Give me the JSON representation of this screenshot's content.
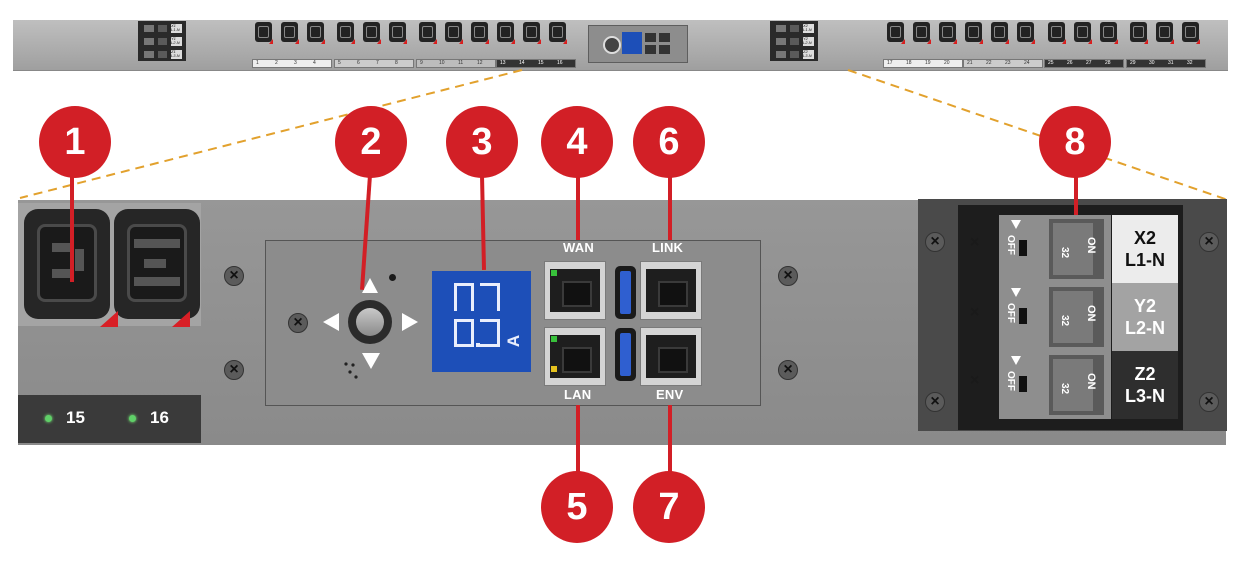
{
  "strip": {
    "breaker_labels_left": [
      "X1 L1-N",
      "Y1 L2-N",
      "Z1 L3-N"
    ],
    "breaker_labels_right": [
      "X2 L1-N",
      "Y2 L2-N",
      "Z2 L3-N"
    ],
    "outlet_numbers": [
      "1",
      "2",
      "3",
      "4",
      "5",
      "6",
      "7",
      "8",
      "9",
      "10",
      "11",
      "12",
      "13",
      "14",
      "15",
      "16",
      "17",
      "18",
      "19",
      "20",
      "21",
      "22",
      "23",
      "24",
      "25",
      "26",
      "27",
      "28",
      "29",
      "30",
      "31",
      "32"
    ]
  },
  "markers": [
    "1",
    "2",
    "3",
    "4",
    "5",
    "6",
    "7",
    "8"
  ],
  "display": {
    "unit": "A"
  },
  "ports": {
    "wan": "WAN",
    "lan": "LAN",
    "link": "LINK",
    "env": "ENV"
  },
  "leds": {
    "first": "15",
    "second": "16"
  },
  "breakers": [
    {
      "line1": "X2",
      "line2": "L1-N",
      "off": "OFF",
      "on": "ON",
      "rating": "32",
      "bg": "#ececec",
      "fg": "#111111"
    },
    {
      "line1": "Y2",
      "line2": "L2-N",
      "off": "OFF",
      "on": "ON",
      "rating": "32",
      "bg": "#a3a3a3",
      "fg": "#ffffff"
    },
    {
      "line1": "Z2",
      "line2": "L3-N",
      "off": "OFF",
      "on": "ON",
      "rating": "32",
      "bg": "#2e2e2e",
      "fg": "#ffffff"
    }
  ],
  "colors": {
    "marker": "#d21f26",
    "display": "#1d4fb8",
    "zoom_line": "#e2a12d"
  }
}
